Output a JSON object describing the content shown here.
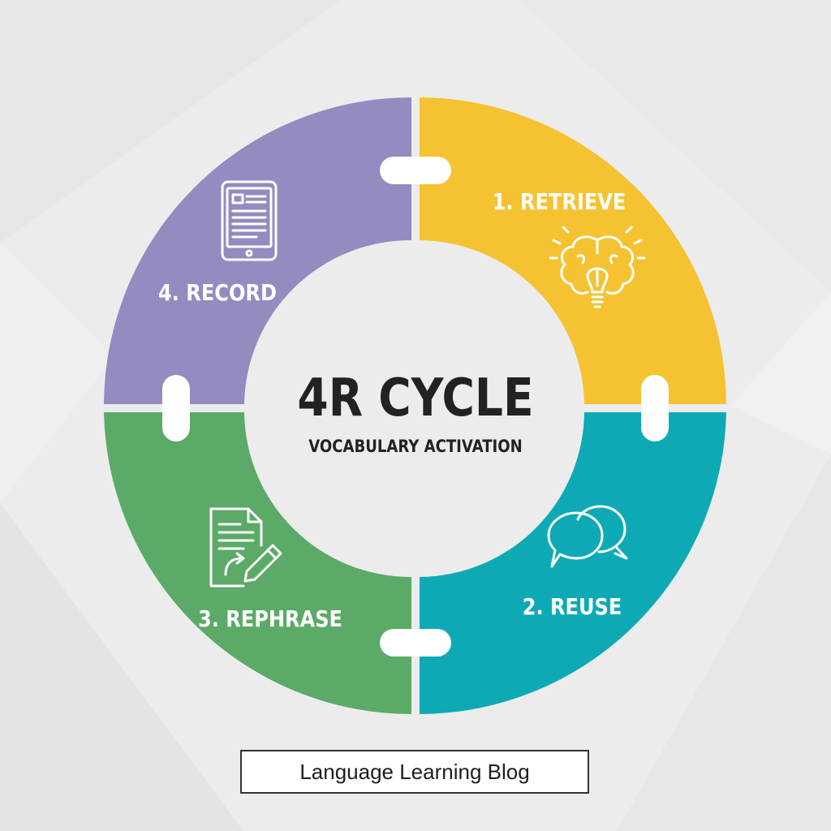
{
  "diagram": {
    "title": "4R CYCLE",
    "subtitle": "VOCABULARY ACTIVATION",
    "steps": [
      {
        "label": "1. RETRIEVE",
        "icon": "brain-lightbulb-icon",
        "color": "#F5C232"
      },
      {
        "label": "2. REUSE",
        "icon": "speech-bubbles-icon",
        "color": "#0DAAB6"
      },
      {
        "label": "3. REPHRASE",
        "icon": "document-edit-icon",
        "color": "#5BAA67"
      },
      {
        "label": "4. RECORD",
        "icon": "tablet-icon",
        "color": "#928CC0"
      }
    ],
    "center_color": "#ECECEC"
  },
  "footer": {
    "text": "Language Learning Blog"
  }
}
